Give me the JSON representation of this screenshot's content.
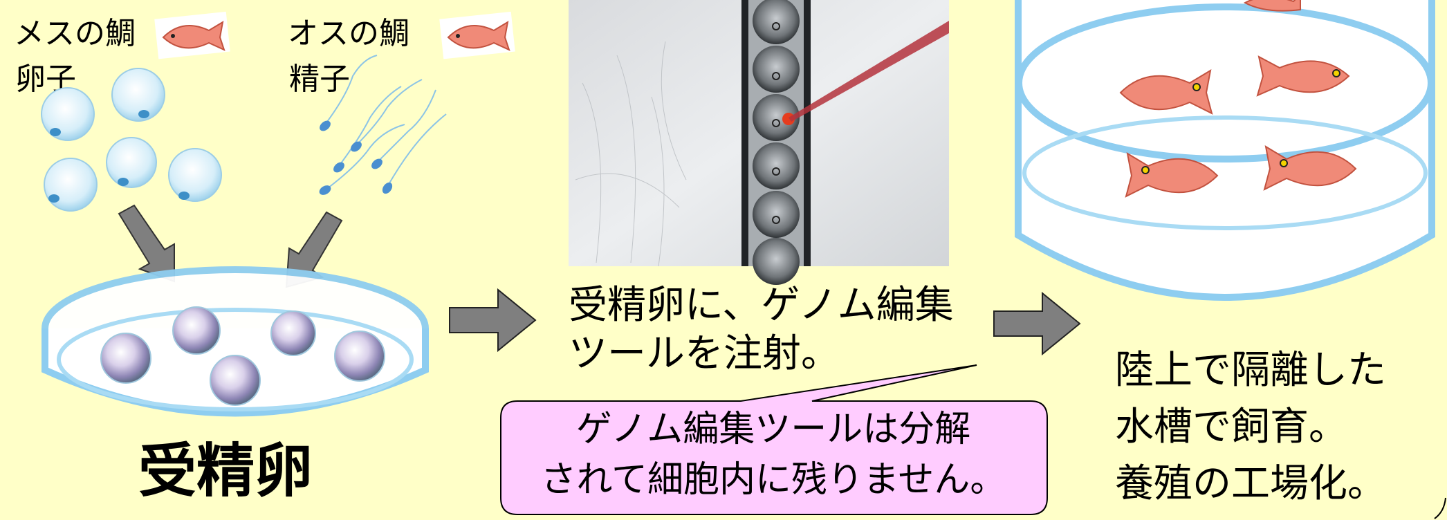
{
  "labels": {
    "female_line1": "メスの鯛",
    "female_line2": "卵子",
    "male_line1": "オスの鯛",
    "male_line2": "精子",
    "fertilized_egg": "受精卵",
    "inject_line1": "受精卵に、ゲノム編集",
    "inject_line2": "ツールを注射。",
    "callout_line1": "ゲノム編集ツールは分解",
    "callout_line2": "されて細胞内に残りません。",
    "farm_line1": "陸上で隔離した",
    "farm_line2": "水槽で飼育。",
    "farm_line3": "養殖の工場化。"
  },
  "colors": {
    "background": "#ffffc8",
    "callout_fill": "#ffccff",
    "arrow_fill": "#7f7f7f",
    "fish": "#f08a78",
    "egg": "#cfeaf7",
    "dish": "#8ecdf0"
  },
  "icons": [
    "fish-icon",
    "egg-icon",
    "sperm-icon",
    "petri-dish-icon",
    "arrow-right-icon",
    "microinjection-image",
    "fish-tank-icon"
  ]
}
